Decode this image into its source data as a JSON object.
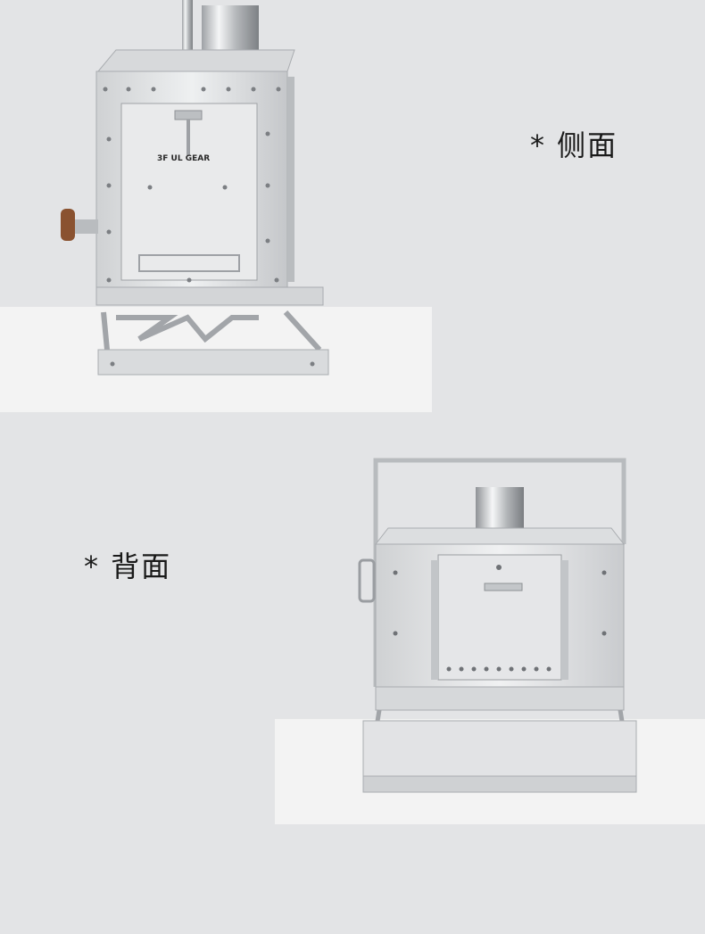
{
  "captions": {
    "side": "* 侧面",
    "back": "* 背面"
  },
  "stove": {
    "brand_logo_text": "3F UL GEAR"
  },
  "colors": {
    "background": "#e3e4e6",
    "panel": "#f3f3f3",
    "steel_light": "#e6e7e8",
    "steel_mid": "#c9cbcd",
    "steel_dark": "#8e9195",
    "wood_handle": "#8a5230"
  }
}
